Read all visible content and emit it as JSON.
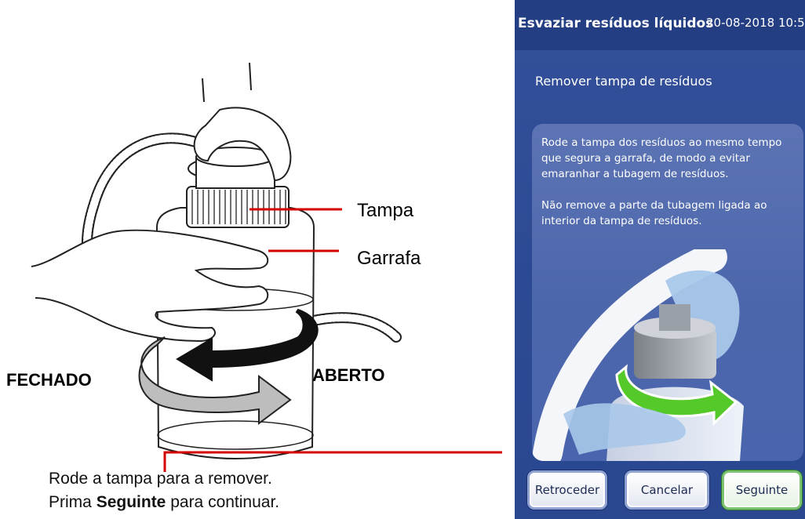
{
  "annotations": {
    "tampa": "Tampa",
    "garrafa": "Garrafa",
    "fechado": "FECHADO",
    "aberto": "ABERTO",
    "caption_line1": "Rode a tampa para a remover.",
    "caption_line2_prefix": "Prima ",
    "caption_line2_bold": "Seguinte",
    "caption_line2_suffix": " para continuar."
  },
  "screen": {
    "title": "Esvaziar resíduos líquidos",
    "datetime": "20-08-2018 10:5",
    "step_title": "Remover tampa de resíduos",
    "instruction_p1": "Rode a tampa dos resíduos ao mesmo tempo que segura a garrafa, de modo a evitar emaranhar a tubagem de resíduos.",
    "instruction_p2": "Não remove a parte da tubagem ligada ao interior da tampa de resíduos.",
    "buttons": {
      "back": "Retroceder",
      "cancel": "Cancelar",
      "next": "Seguinte"
    }
  },
  "colors": {
    "screen_bg": "#2c4a93",
    "callout_red": "#d40000",
    "next_button_border": "#7cc36f"
  }
}
